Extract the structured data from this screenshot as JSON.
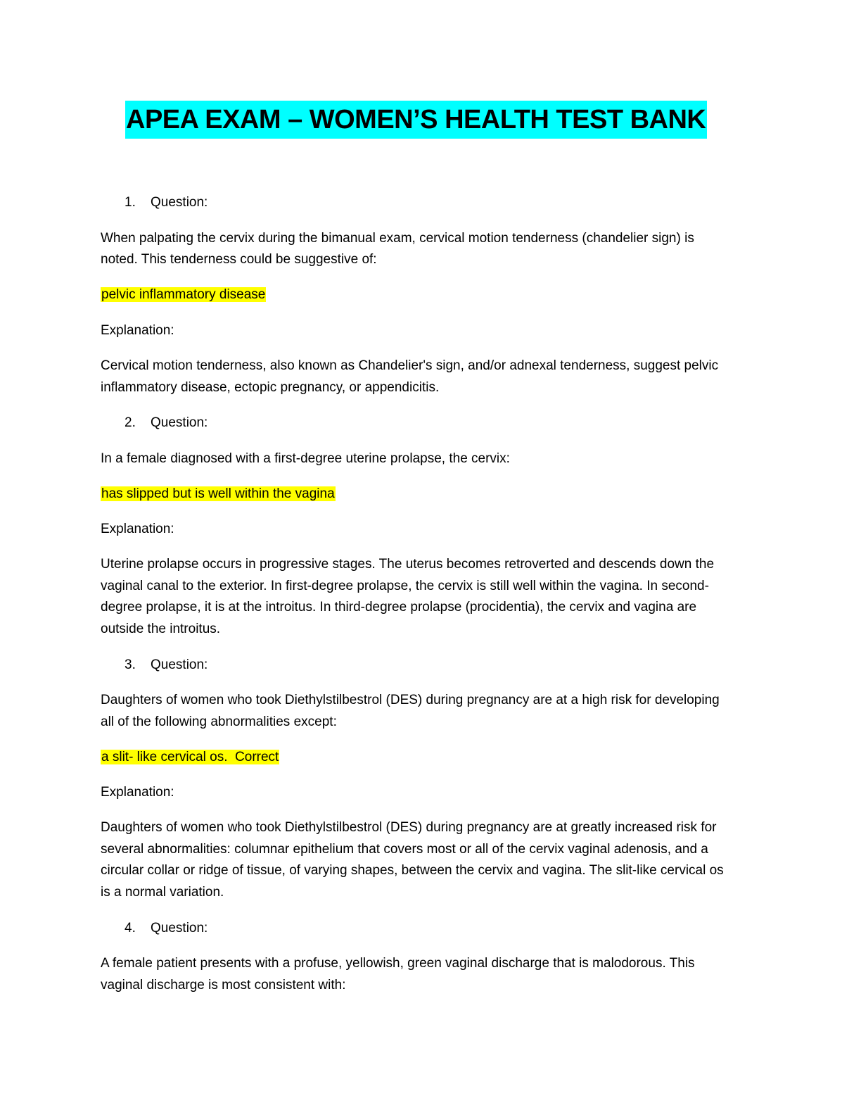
{
  "document": {
    "title": "APEA EXAM – WOMEN’S HEALTH TEST BANK",
    "questions": [
      {
        "number": "1.",
        "label": "Question:",
        "prompt_lines": [
          "When palpating the cervix during the bimanual exam, cervical motion tenderness (chandelier sign) is",
          "noted. This tenderness could be suggestive of:"
        ],
        "answer": "pelvic inflammatory disease",
        "explanation_label": "Explanation:",
        "explanation_lines": [
          "Cervical motion tenderness, also known as Chandelier's sign, and/or adnexal tenderness, suggest pelvic",
          "inflammatory disease, ectopic pregnancy, or appendicitis."
        ]
      },
      {
        "number": "2.",
        "label": "Question:",
        "prompt_lines": [
          "In a female diagnosed with a first-degree uterine prolapse, the cervix:"
        ],
        "answer": "has slipped but is well within the vagina",
        "explanation_label": "Explanation:",
        "explanation_lines": [
          "Uterine prolapse occurs in progressive stages. The uterus becomes retroverted and descends down the",
          "vaginal canal to the exterior. In first-degree prolapse, the cervix is still well within the vagina. In second-",
          "degree prolapse, it is at the introitus. In third-degree prolapse (procidentia), the cervix and vagina are",
          "outside the introitus."
        ]
      },
      {
        "number": "3.",
        "label": "Question:",
        "prompt_lines": [
          "Daughters of women who took Diethylstilbestrol (DES) during pregnancy are at a high risk for developing",
          "all of the following abnormalities except:"
        ],
        "answer": "a slit- like cervical os.  Correct",
        "explanation_label": "Explanation:",
        "explanation_lines": [
          "Daughters of women who took Diethylstilbestrol (DES) during pregnancy are at greatly increased risk for",
          "several abnormalities: columnar epithelium that covers most or all of the cervix vaginal adenosis, and a",
          "circular collar or ridge of tissue, of varying shapes, between the cervix and vagina. The slit-like cervical os",
          "is a normal variation."
        ]
      },
      {
        "number": "4.",
        "label": "Question:",
        "prompt_lines": [
          "A female patient presents with a profuse, yellowish, green vaginal discharge that is malodorous. This",
          "vaginal discharge is most consistent with:"
        ]
      }
    ]
  }
}
